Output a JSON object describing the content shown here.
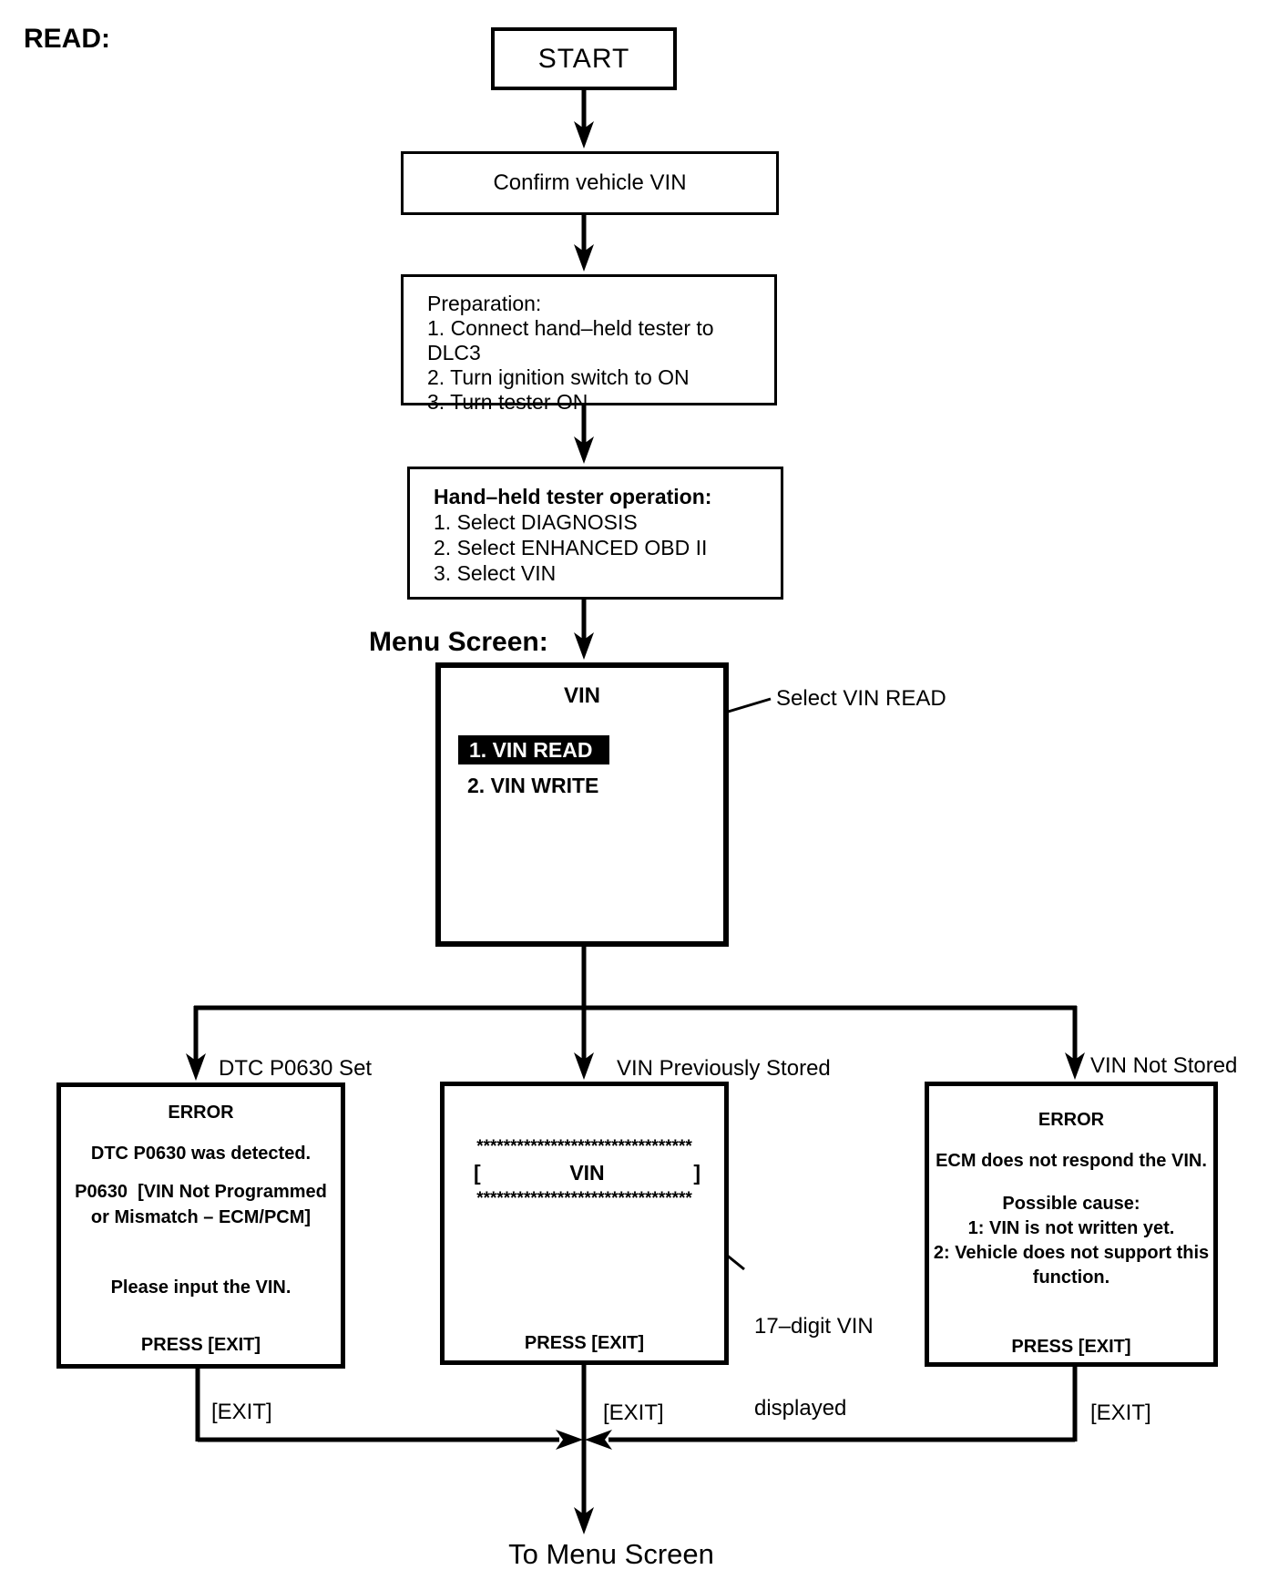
{
  "header": {
    "read_label": "READ:"
  },
  "nodes": {
    "start": {
      "label": "START"
    },
    "confirm": {
      "label": "Confirm vehicle VIN"
    },
    "preparation": {
      "title": "Preparation:",
      "step1": "1. Connect hand–held tester to DLC3",
      "step2": "2. Turn ignition switch to ON",
      "step3": "3. Turn tester ON"
    },
    "tester_operation": {
      "title": "Hand–held tester operation:",
      "step1": "1. Select DIAGNOSIS",
      "step2": "2. Select ENHANCED OBD II",
      "step3": "3. Select VIN"
    },
    "menu_screen_label": "Menu Screen:",
    "vin_menu": {
      "title": "VIN",
      "item_read": "1. VIN READ",
      "item_write": "2. VIN WRITE",
      "callout": "Select VIN READ"
    }
  },
  "branches": {
    "dtc_error": {
      "label": "DTC P0630 Set",
      "title": "ERROR",
      "line1": "DTC P0630 was detected.",
      "line2": "P0630  [VIN Not Programmed",
      "line3": "or Mismatch – ECM/PCM]",
      "line4": "Please input the VIN.",
      "press": "PRESS [EXIT]",
      "exit": "[EXIT]"
    },
    "vin_stored": {
      "label": "VIN Previously Stored",
      "stars_top": "********************************",
      "bracket_open": "[",
      "vin": "VIN",
      "bracket_close": "]",
      "stars_bottom": "********************************",
      "press": "PRESS [EXIT]",
      "exit": "[EXIT]",
      "callout_line1": "17–digit VIN",
      "callout_line2": "displayed"
    },
    "ecm_error": {
      "label": "VIN Not Stored",
      "title": "ERROR",
      "line1": "ECM does not respond the VIN.",
      "cause_title": "Possible cause:",
      "cause1": "1: VIN is not written yet.",
      "cause2a": "2: Vehicle does not support this",
      "cause2b": "function.",
      "press": "PRESS [EXIT]",
      "exit": "[EXIT]"
    }
  },
  "footer": {
    "to_menu_label": "To Menu Screen"
  },
  "colors": {
    "ink": "#000000",
    "paper": "#ffffff",
    "highlight_bg": "#000000",
    "highlight_text": "#ffffff"
  }
}
